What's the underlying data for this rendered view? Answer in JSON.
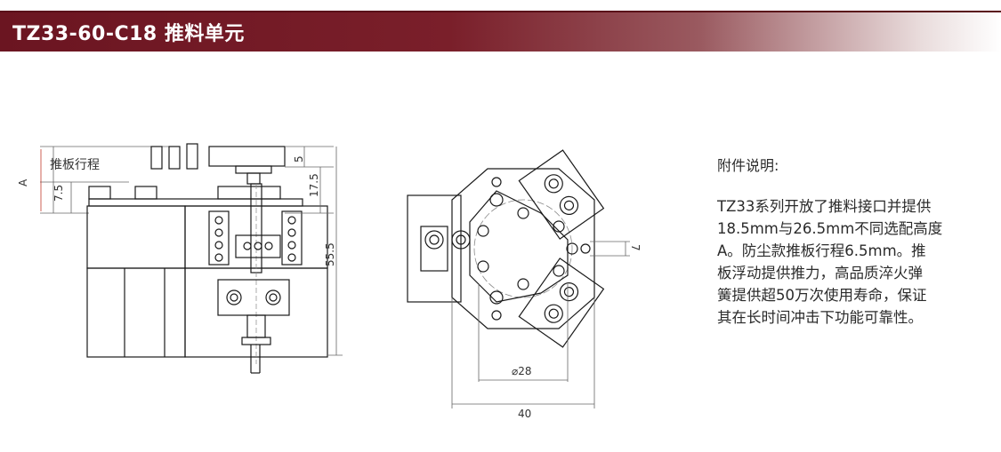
{
  "header": {
    "title": "TZ33-60-C18 推料单元"
  },
  "side_view": {
    "label_stroke": "推板行程",
    "label_a": "A",
    "dim_7_5": "7.5",
    "dim_5": "5",
    "dim_17_5": "17.5",
    "dim_55_5": "55.5"
  },
  "top_view": {
    "dim_7": "7",
    "dim_phi28": "⌀28",
    "dim_40": "40"
  },
  "notes": {
    "heading": "附件说明:",
    "lines": [
      "TZ33系列开放了推料接口并提供",
      "18.5mm与26.5mm不同选配高度",
      "A。防尘款推板行程6.5mm。推",
      "板浮动提供推力，高品质淬火弹",
      "簧提供超50万次使用寿命，保证",
      "其在长时间冲击下功能可靠性。"
    ]
  },
  "colors": {
    "banner_dark": "#6b1521",
    "line": "#1a1a1a",
    "dimension": "#555555",
    "accent_a": "#c0392b"
  }
}
